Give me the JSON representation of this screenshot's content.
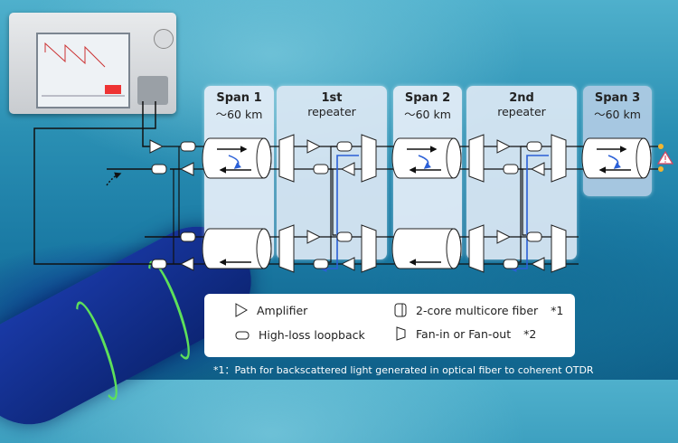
{
  "columns": [
    {
      "id": "span1",
      "title": "Span 1",
      "subtitle": "～60 km"
    },
    {
      "id": "repeater1",
      "title": "1st",
      "subtitle": "repeater"
    },
    {
      "id": "span2",
      "title": "Span 2",
      "subtitle": "～60 km"
    },
    {
      "id": "repeater2",
      "title": "2nd",
      "subtitle": "repeater"
    },
    {
      "id": "span3",
      "title": "Span 3",
      "subtitle": "～60 km"
    }
  ],
  "legend": {
    "amplifier": "Amplifier",
    "loopback": "High-loss loopback",
    "multicore": "2-core multicore fiber",
    "multicore_note": "*1",
    "fan": "Fan-in or Fan-out",
    "fan_note": "*2"
  },
  "footnote": "*1：Path for backscattered light generated in optical fiber to coherent OTDR",
  "colors": {
    "loopback_path": "#2a5fd6",
    "fault_marker": "#f2b630",
    "warning": "#d9465f"
  },
  "icons": [
    "otdr-instrument",
    "amplifier-icon",
    "loopback-icon",
    "multicore-fiber-icon",
    "fan-in-out-icon",
    "warning-icon",
    "fault-point-icon"
  ]
}
